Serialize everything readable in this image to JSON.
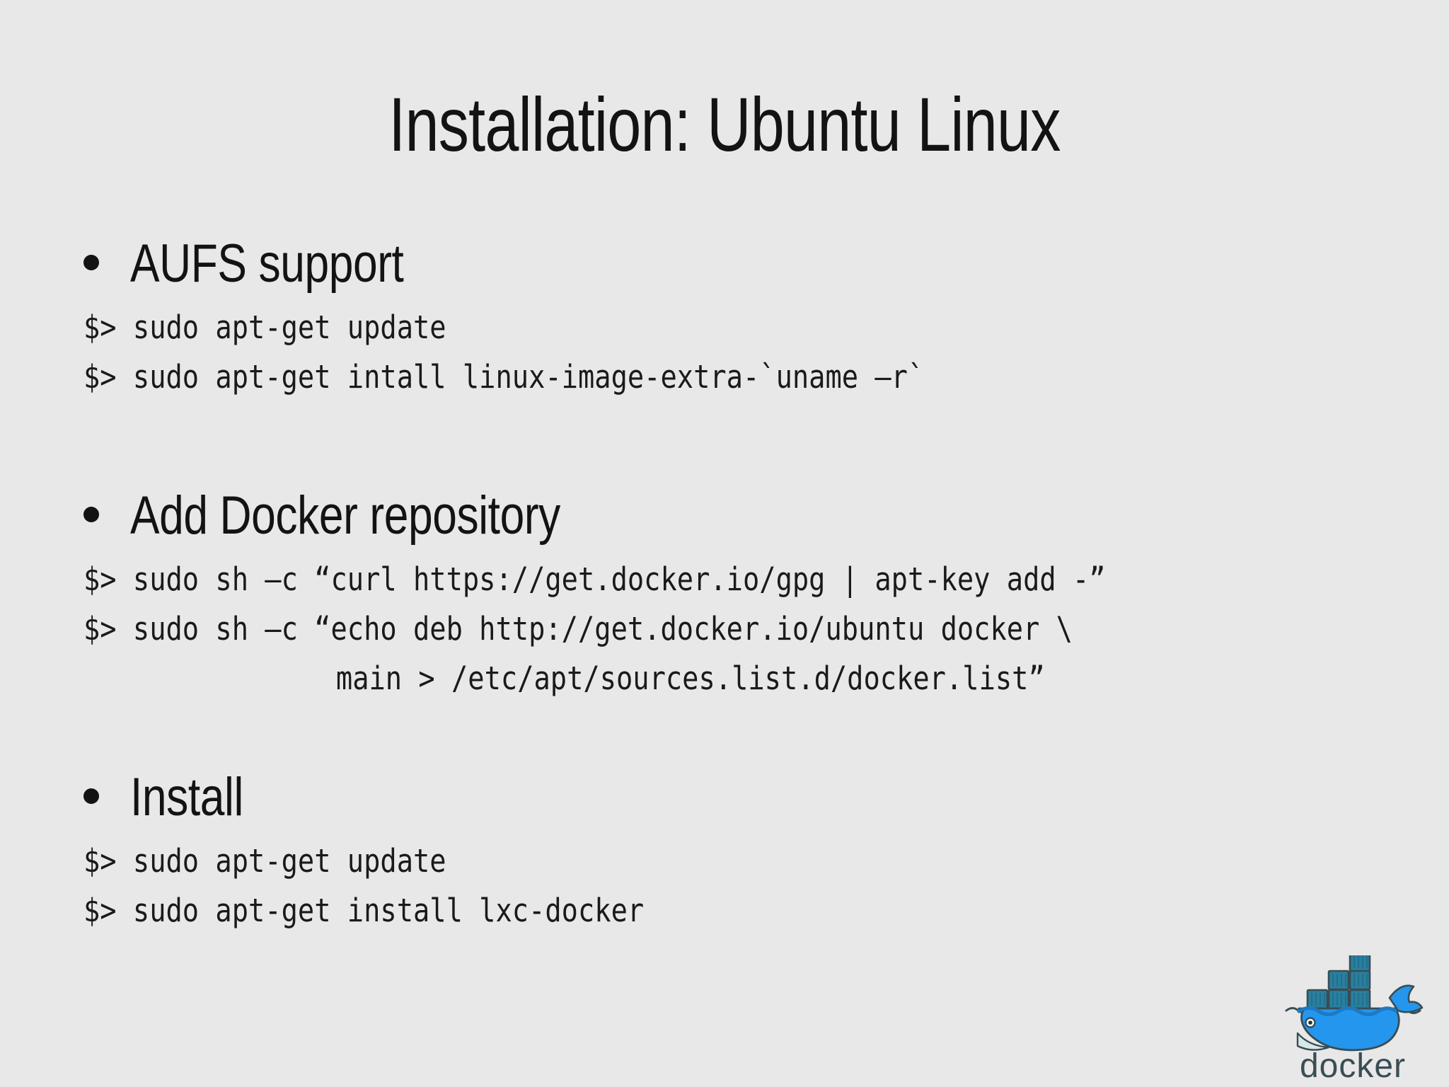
{
  "slide": {
    "title": "Installation: Ubuntu Linux",
    "background_color": "#e8e8e8",
    "text_color": "#131313",
    "code_color": "#1a1a1a",
    "sections": [
      {
        "heading": "AUFS support",
        "lines": [
          "$> sudo apt-get update",
          "$> sudo apt-get intall linux-image-extra-`uname –r`"
        ]
      },
      {
        "heading": "Add Docker repository",
        "lines": [
          "$> sudo sh –c “curl https://get.docker.io/gpg | apt-key add -”",
          "$> sudo sh –c “echo deb http://get.docker.io/ubuntu docker \\",
          "main > /etc/apt/sources.list.d/docker.list”"
        ]
      },
      {
        "heading": "Install",
        "lines": [
          "$> sudo apt-get update",
          "$> sudo apt-get install lxc-docker"
        ]
      }
    ]
  },
  "logo": {
    "name": "docker-logo",
    "wordmark": "docker",
    "colors": {
      "whale_body": "#2496ed",
      "whale_body_dark": "#1d7ac4",
      "container": "#2a7f9e",
      "container_dark": "#1f6a86",
      "outline": "#394d54",
      "wordmark": "#394d54",
      "belly": "#d6e8e8"
    }
  }
}
